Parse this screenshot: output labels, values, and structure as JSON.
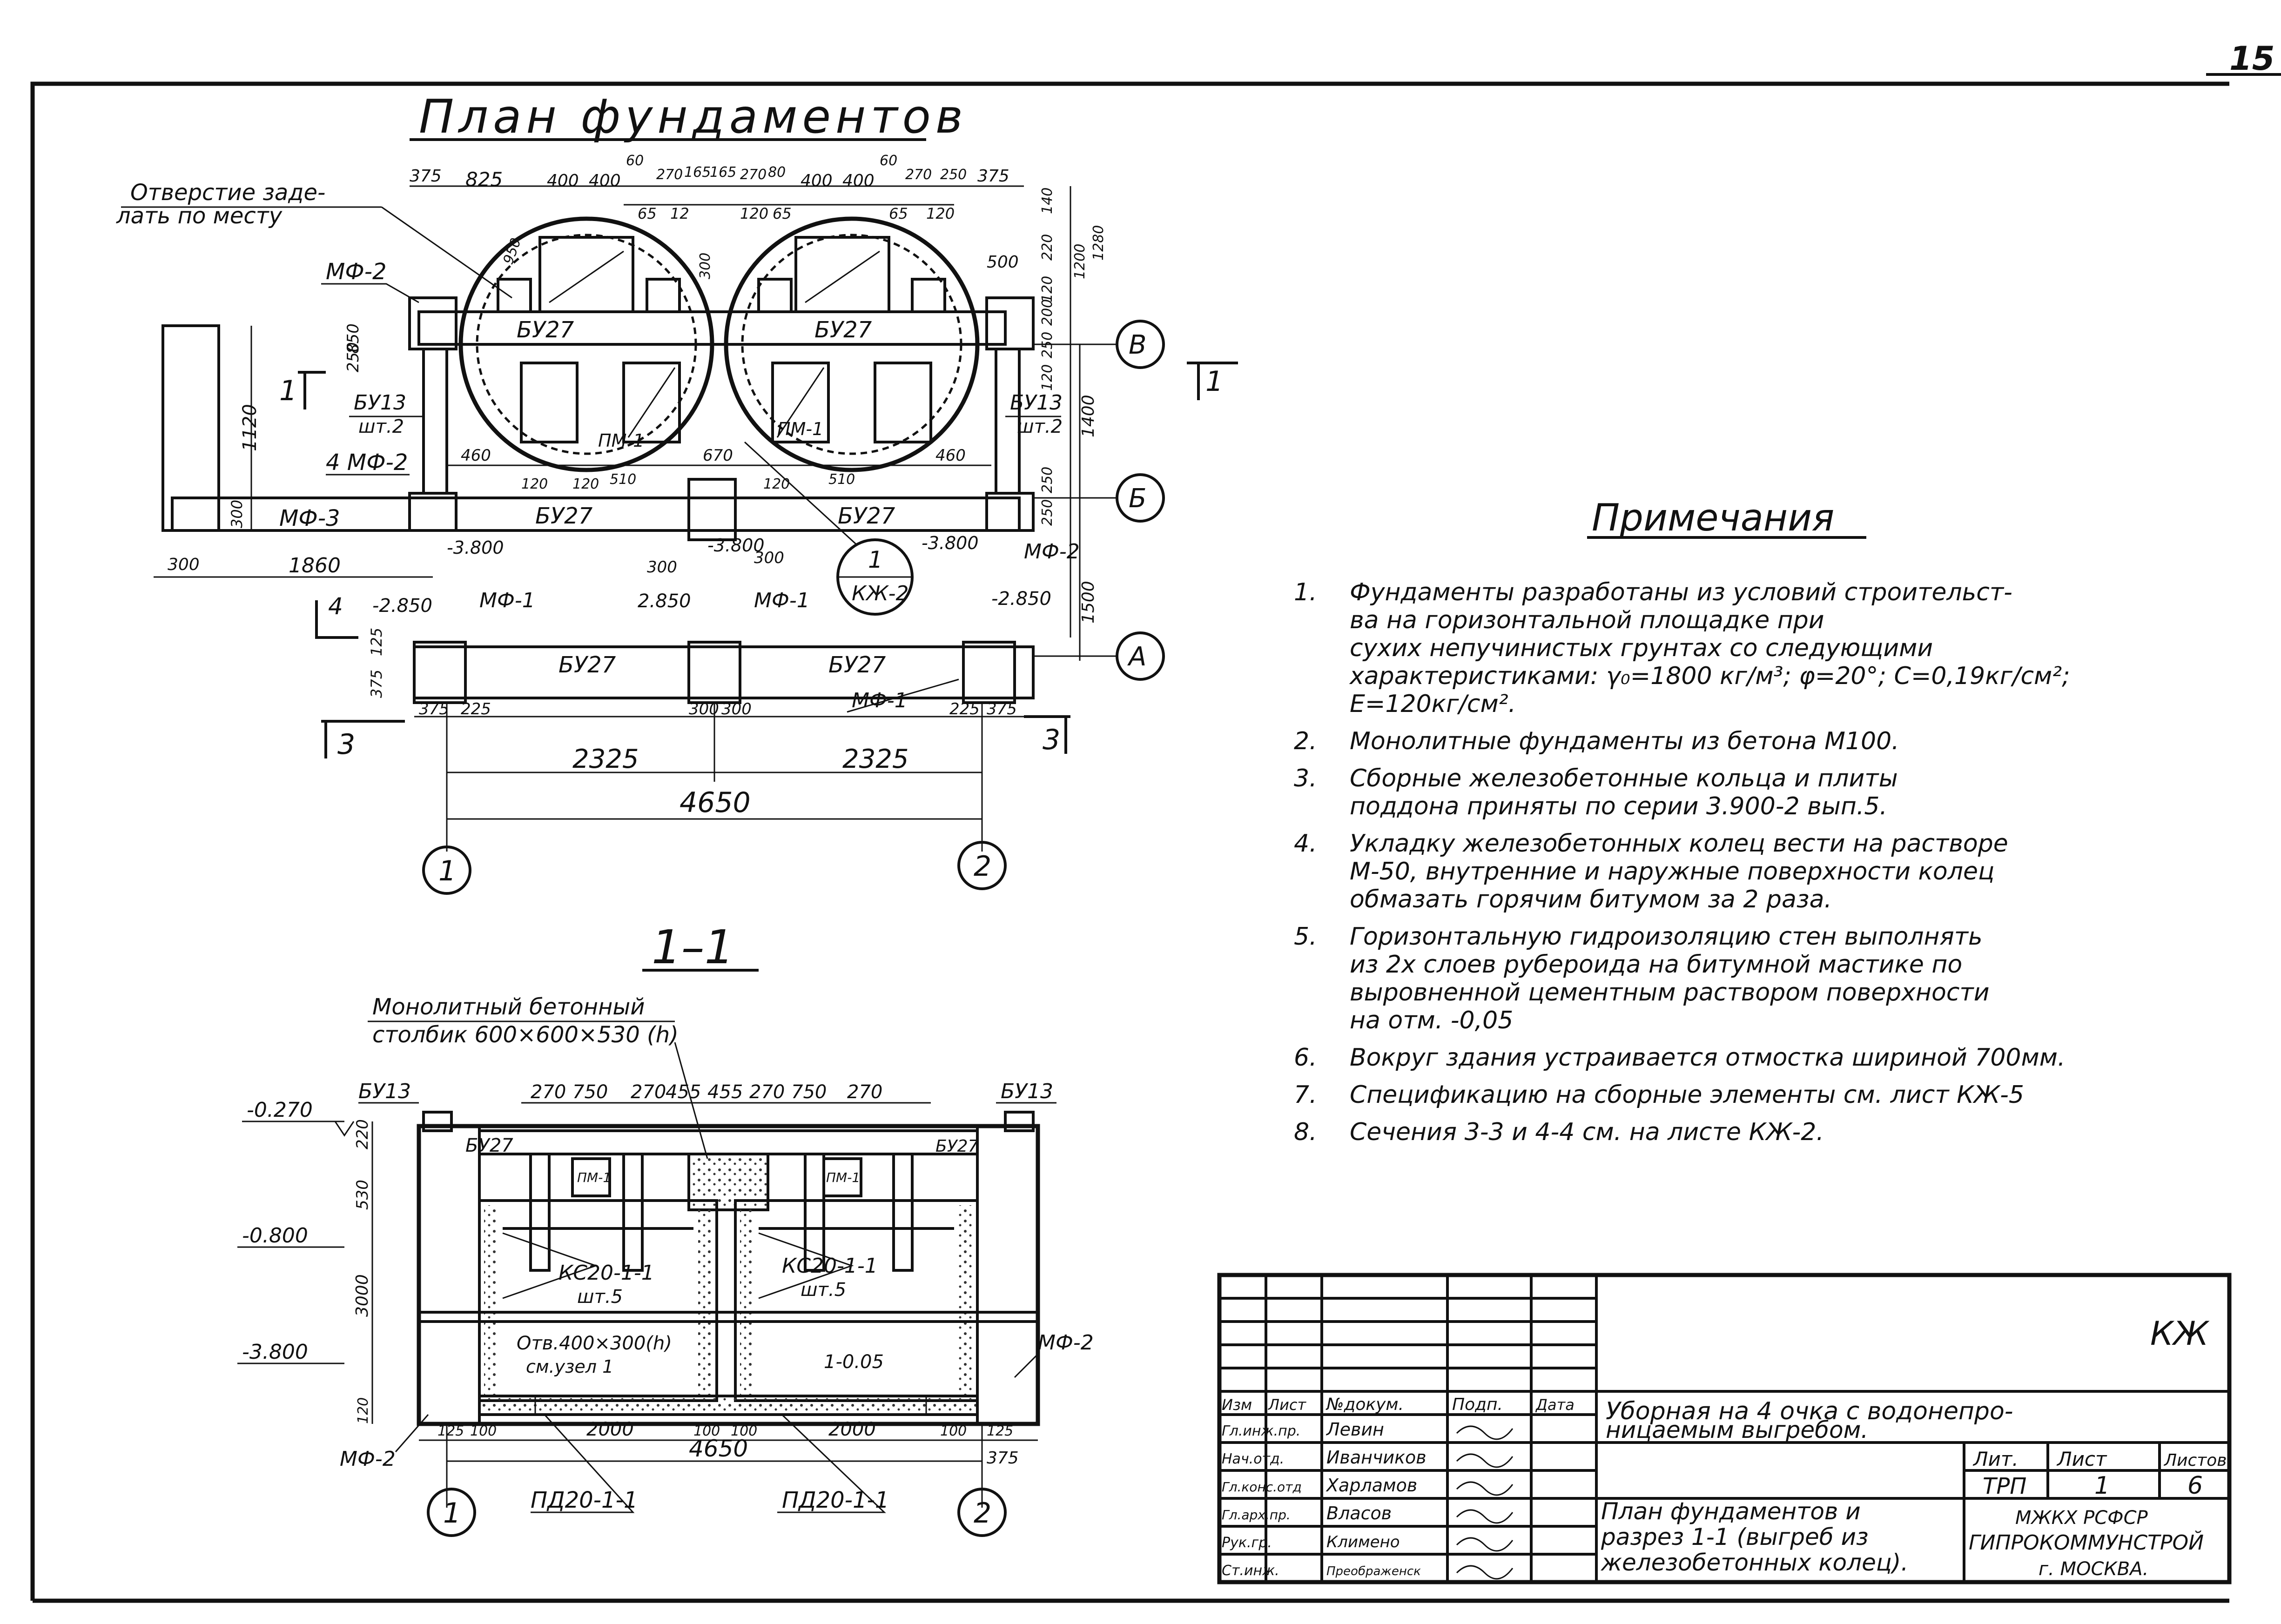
{
  "page_number": "15",
  "plan": {
    "title": "План фундаментов",
    "note_hole": [
      "Отверстие заде-",
      "лать по месту"
    ],
    "top_dims": [
      "375",
      "825",
      "400",
      "400",
      "60",
      "270",
      "165",
      "165",
      "270",
      "80",
      "400",
      "400",
      "60",
      "270",
      "250",
      "375"
    ],
    "sub_dims": [
      "65",
      "12",
      "120",
      "65",
      "65",
      "120"
    ],
    "right_dims": [
      "140",
      "1200",
      "1280",
      "120",
      "220",
      "200",
      "250",
      "120",
      "250",
      "250"
    ],
    "dim_950": "950",
    "dim_300": "300",
    "dim_500": "500",
    "labels": {
      "mf2_a": "МФ-2",
      "mf2_b": "4 МФ-2",
      "mf2_c": "МФ-2",
      "mf3": "МФ-3",
      "mf1_a": "МФ-1",
      "mf1_b": "МФ-1",
      "mf1_c": "МФ-1",
      "bu13_a": "БУ13",
      "bu13_a2": "шт.2",
      "bu13_b": "БУ13",
      "bu13_b2": "шт.2",
      "bu27_a": "БУ27",
      "bu27_b": "БУ27",
      "bu27_c": "БУ27",
      "bu27_d": "БУ27",
      "bu27_e": "БУ27",
      "bu27_f": "БУ27",
      "pm1_a": "ПМ-1",
      "pm1_b": "ПМ-1",
      "kzh2_1": "1",
      "kzh2_2": "КЖ-2",
      "sec1": "1",
      "sec1b": "1",
      "sec3": "3",
      "sec3b": "3",
      "sec4": "4"
    },
    "elev": [
      "-3.800",
      "-3.800",
      "-3.800",
      "-2.850",
      "2.850",
      "-2.850"
    ],
    "left_dims": [
      "1120",
      "300",
      "300",
      "1860",
      "375",
      "125",
      "250",
      "850"
    ],
    "mid_dims": [
      "460",
      "670",
      "510",
      "510",
      "120",
      "120",
      "460",
      "120",
      "300",
      "300"
    ],
    "right_side": [
      "1400",
      "1500"
    ],
    "bottom_dims": [
      "375",
      "225",
      "300",
      "300",
      "225",
      "375"
    ],
    "span1": "2325",
    "span2": "2325",
    "total": "4650",
    "axes": [
      "В",
      "Б",
      "А",
      "1",
      "2"
    ]
  },
  "section": {
    "title": "1–1",
    "note": [
      "Монолитный бетонный",
      "столбик 600×600×530 (h)"
    ],
    "top_dims": [
      "270",
      "750",
      "270",
      "455",
      "455",
      "270",
      "750",
      "270"
    ],
    "bu13_l": "БУ13",
    "bu13_r": "БУ13",
    "bu27_l": "БУ27",
    "bu27_r": "БУ27",
    "pm1_l": "ПМ-1",
    "pm1_r": "ПМ-1",
    "ks_l": [
      "КС20-1-1",
      "шт.5"
    ],
    "ks_r": [
      "КС20-1-1",
      "шт.5"
    ],
    "hole": [
      "Отв.400×300(h)",
      "см.узел 1"
    ],
    "elev_in": "1-0.05",
    "levels": [
      "-0.270",
      "-0.800",
      "-3.800"
    ],
    "vdims": [
      "220",
      "530",
      "3000",
      "120"
    ],
    "mf2_l": "МФ-2",
    "mf2_r": "МФ-2",
    "bot_dims": [
      "125",
      "100",
      "2000",
      "100",
      "100",
      "2000",
      "100",
      "125"
    ],
    "total": "4650",
    "side": "375",
    "pd_l": "ПД20-1-1",
    "pd_r": "ПД20-1-1",
    "axes": [
      "1",
      "2"
    ]
  },
  "notes": {
    "title": "Примечания",
    "items": [
      {
        "n": "1.",
        "lines": [
          "Фундаменты разработаны из условий строительст-",
          "ва на горизонтальной площадке при",
          "сухих непучинистых грунтах со следующими",
          "характеристиками: γ₀=1800 кг/м³; φ=20°; C=0,19кг/см²;",
          "E=120кг/см²."
        ]
      },
      {
        "n": "2.",
        "lines": [
          "Монолитные фундаменты из бетона М100."
        ]
      },
      {
        "n": "3.",
        "lines": [
          "Сборные железобетонные кольца и плиты",
          "поддона приняты по серии 3.900-2 вып.5."
        ]
      },
      {
        "n": "4.",
        "lines": [
          "Укладку железобетонных колец вести на растворе",
          "М-50, внутренние и наружные поверхности колец",
          "обмазать горячим битумом за 2 раза."
        ]
      },
      {
        "n": "5.",
        "lines": [
          "Горизонтальную гидроизоляцию стен выполнять",
          "из 2х слоев рубероида на битумной мастике по",
          "выровненной цементным раствором поверхности",
          "на отм. -0,05"
        ]
      },
      {
        "n": "6.",
        "lines": [
          "Вокруг здания устраивается отмостка шириной 700мм."
        ]
      },
      {
        "n": "7.",
        "lines": [
          "Спецификацию на сборные элементы см. лист КЖ-5"
        ]
      },
      {
        "n": "8.",
        "lines": [
          "Сечения 3-3 и 4-4 см. на листе КЖ-2."
        ]
      }
    ]
  },
  "stamp": {
    "code": "КЖ",
    "project": [
      "Уборная на 4 очка с водонепро-",
      "ницаемым выгребом."
    ],
    "headers": [
      "Изм",
      "Лист",
      "№докум.",
      "Подп.",
      "Дата"
    ],
    "roles": [
      "Гл.инж.пр.",
      "Нач.отд.",
      "Гл.конс.отд",
      "Гл.арх.пр.",
      "Рук.гр.",
      "Ст.инж."
    ],
    "names": [
      "Левин",
      "Иванчиков",
      "Харламов",
      "Власов",
      "Климено",
      "Преображенск"
    ],
    "sheet_title": [
      "План фундаментов и",
      "разрез 1-1 (выгреб из",
      "железобетонных колец)."
    ],
    "lit_label": "Лит.",
    "sheet_label": "Лист",
    "sheets_label": "Листов",
    "lit": "ТРП",
    "sheet": "1",
    "sheets": "6",
    "org": [
      "МЖКХ РСФСР",
      "ГИПРОКОММУНСТРОЙ",
      "г. МОСКВА."
    ]
  }
}
